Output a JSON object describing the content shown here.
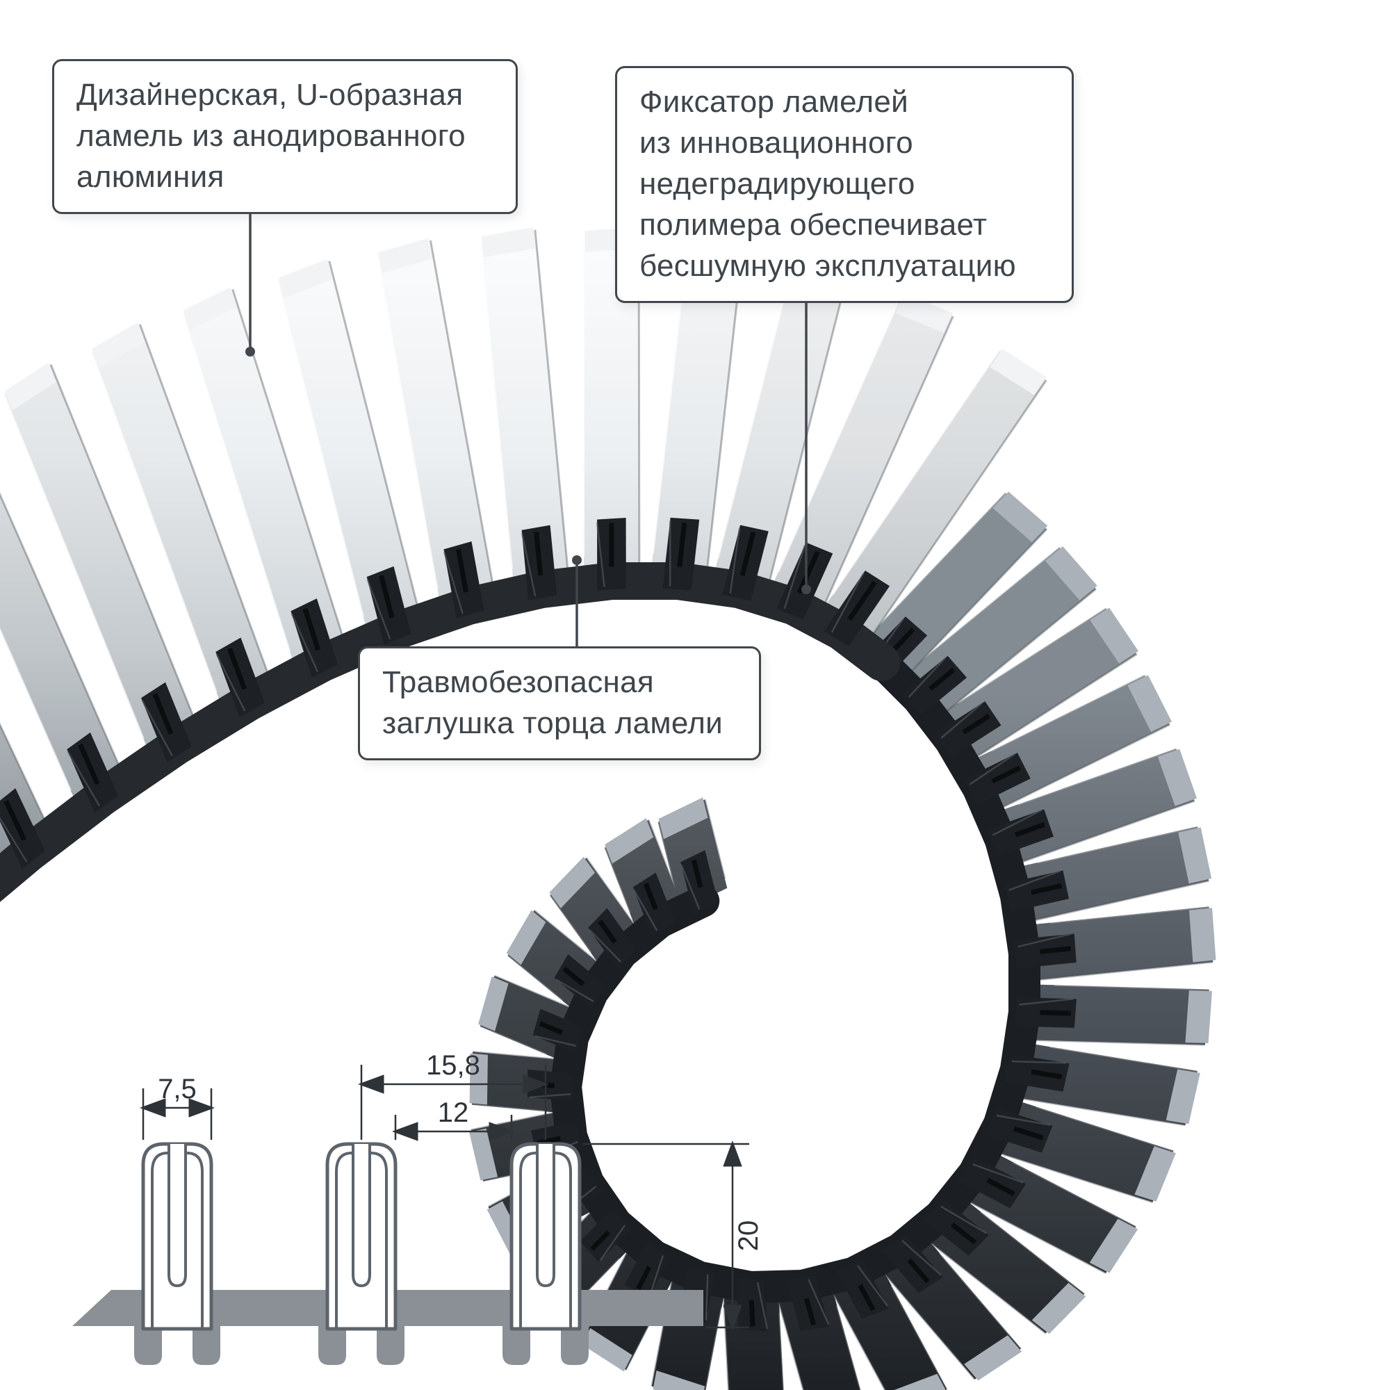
{
  "callouts": {
    "lamella": "Дизайнерская, U-образная\nламель из анодированного\nалюминия",
    "fixator": "Фиксатор ламелей\nиз инновационного\nнедеградирующего\nполимера обеспечивает\nбесшумную эксплуатацию",
    "endcap": "Травмобезопасная\nзаглушка торца ламели"
  },
  "dimensions": {
    "lamella_width": "7,5",
    "pitch": "15,8",
    "inner_gap": "12",
    "height": "20"
  },
  "colors": {
    "text": "#3e454b",
    "outline": "#41474d",
    "dimline": "#2e3338",
    "band_dark": "#26292d",
    "band_dark_roll": "#1b1e22",
    "clip_dark": "#1d2024",
    "polymer_gray": "#8a9096",
    "metal_light": "#fcfdfe",
    "metal_mid": "#ccd2d6",
    "metal_deep": "#7c848c"
  }
}
